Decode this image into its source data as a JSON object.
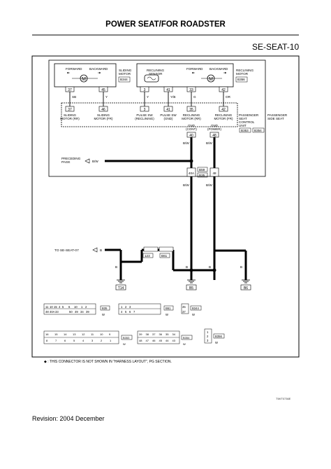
{
  "header": {
    "title": "POWER SEAT/FOR ROADSTER",
    "sheet_id": "SE-SEAT-10"
  },
  "footer": {
    "revision": "Revision: 2004 December",
    "note": "◆ : THIS CONNECTOR IS NOT SHOWN IN \"HARNESS LAYOUT\", PG SECTION.",
    "figure_id": "TIWT0736E"
  },
  "motors": {
    "sliding": {
      "forward": "FORWARD",
      "backward": "BACKWARD",
      "label1": "SLIDING",
      "label2": "MOTOR",
      "connector": "B344"
    },
    "reclining": {
      "forward": "FORWARD",
      "backward": "BACKWARD",
      "label1": "RECLINING",
      "label2": "MOTOR",
      "connector": "B356"
    },
    "sensor": {
      "label1": "RECLINING",
      "label2": "SENSOR"
    },
    "motor_symbol": "M",
    "top_pins": [
      "37",
      "45",
      "3",
      "41",
      "33",
      "42"
    ]
  },
  "control_unit": {
    "pins": [
      "37",
      "46",
      "3",
      "41",
      "35",
      "42"
    ],
    "pin_labels": [
      [
        "SLIDING",
        "MOTOR (RR)"
      ],
      [
        "SLIDING",
        "MOTOR (FR)"
      ],
      [
        "PULSE SW",
        "(RECLINING)"
      ],
      [
        "PULSE SW",
        "(GND)"
      ],
      [
        "RECLINING",
        "MOTOR (RR)"
      ],
      [
        "RECLINING",
        "MOTOR (FR)"
      ]
    ],
    "wire_colors": [
      "SB",
      "Y",
      "Y",
      "Y/B",
      "G",
      "OR"
    ],
    "name": [
      "PASSENGER",
      "SEAT",
      "CONTROL",
      "UNIT"
    ],
    "connectors": [
      "B353",
      "B354"
    ],
    "side": [
      "PASSENGER",
      "SIDE SEAT"
    ],
    "gnd_pins": [
      "40",
      "48"
    ],
    "gnd_labels": [
      [
        "GND",
        "(CONT)"
      ],
      [
        "GND",
        "(POWER)"
      ]
    ]
  },
  "wiring": {
    "preceding": [
      "PRECEDING",
      "PAGE"
    ],
    "bw": "B/W",
    "b": "B",
    "to_ref": "TO SE-SEAT-07",
    "j40a": "40A",
    "j48": "48",
    "conn_b59": "B59",
    "conn_b35": "B35",
    "conn_123": "123",
    "conn_b61": "B61",
    "grounds": [
      "T14",
      "B5",
      "B6"
    ]
  },
  "legend": {
    "b35": {
      "row1": [
        "11",
        "10",
        "15",
        "4",
        "5"
      ],
      "row2": [
        "48",
        "40A",
        "33"
      ],
      "row1b": [
        "6",
        "10",
        "1",
        "2"
      ],
      "row2b": [
        "50",
        "49",
        "34",
        "39"
      ],
      "ref": "B35",
      "color": "W"
    },
    "b61": {
      "pins1": [
        "1",
        "2",
        "3"
      ],
      "pins2": [
        "4",
        "5",
        "6",
        "7"
      ],
      "ref": "B61",
      "color": "W"
    },
    "b344": {
      "pins": [
        "45",
        "37"
      ],
      "ref": "B344",
      "color": "W"
    },
    "b353": {
      "row1": [
        "16",
        "15",
        "14",
        "13",
        "12",
        "11",
        "10",
        "9"
      ],
      "row2": [
        "8",
        "7",
        "6",
        "5",
        "4",
        "3",
        "2",
        "1"
      ],
      "ref": "B353",
      "color": "W"
    },
    "b354": {
      "row1": [
        "39",
        "38",
        "37",
        "36",
        "35",
        "34"
      ],
      "row2": [
        "48",
        "47",
        "46",
        "45",
        "44",
        "43"
      ],
      "ref": "B354",
      "color": "W"
    },
    "b356": {
      "pins": [
        "1",
        "2",
        "3"
      ],
      "ref": "B356",
      "color": "W"
    },
    "mark": "◆"
  }
}
